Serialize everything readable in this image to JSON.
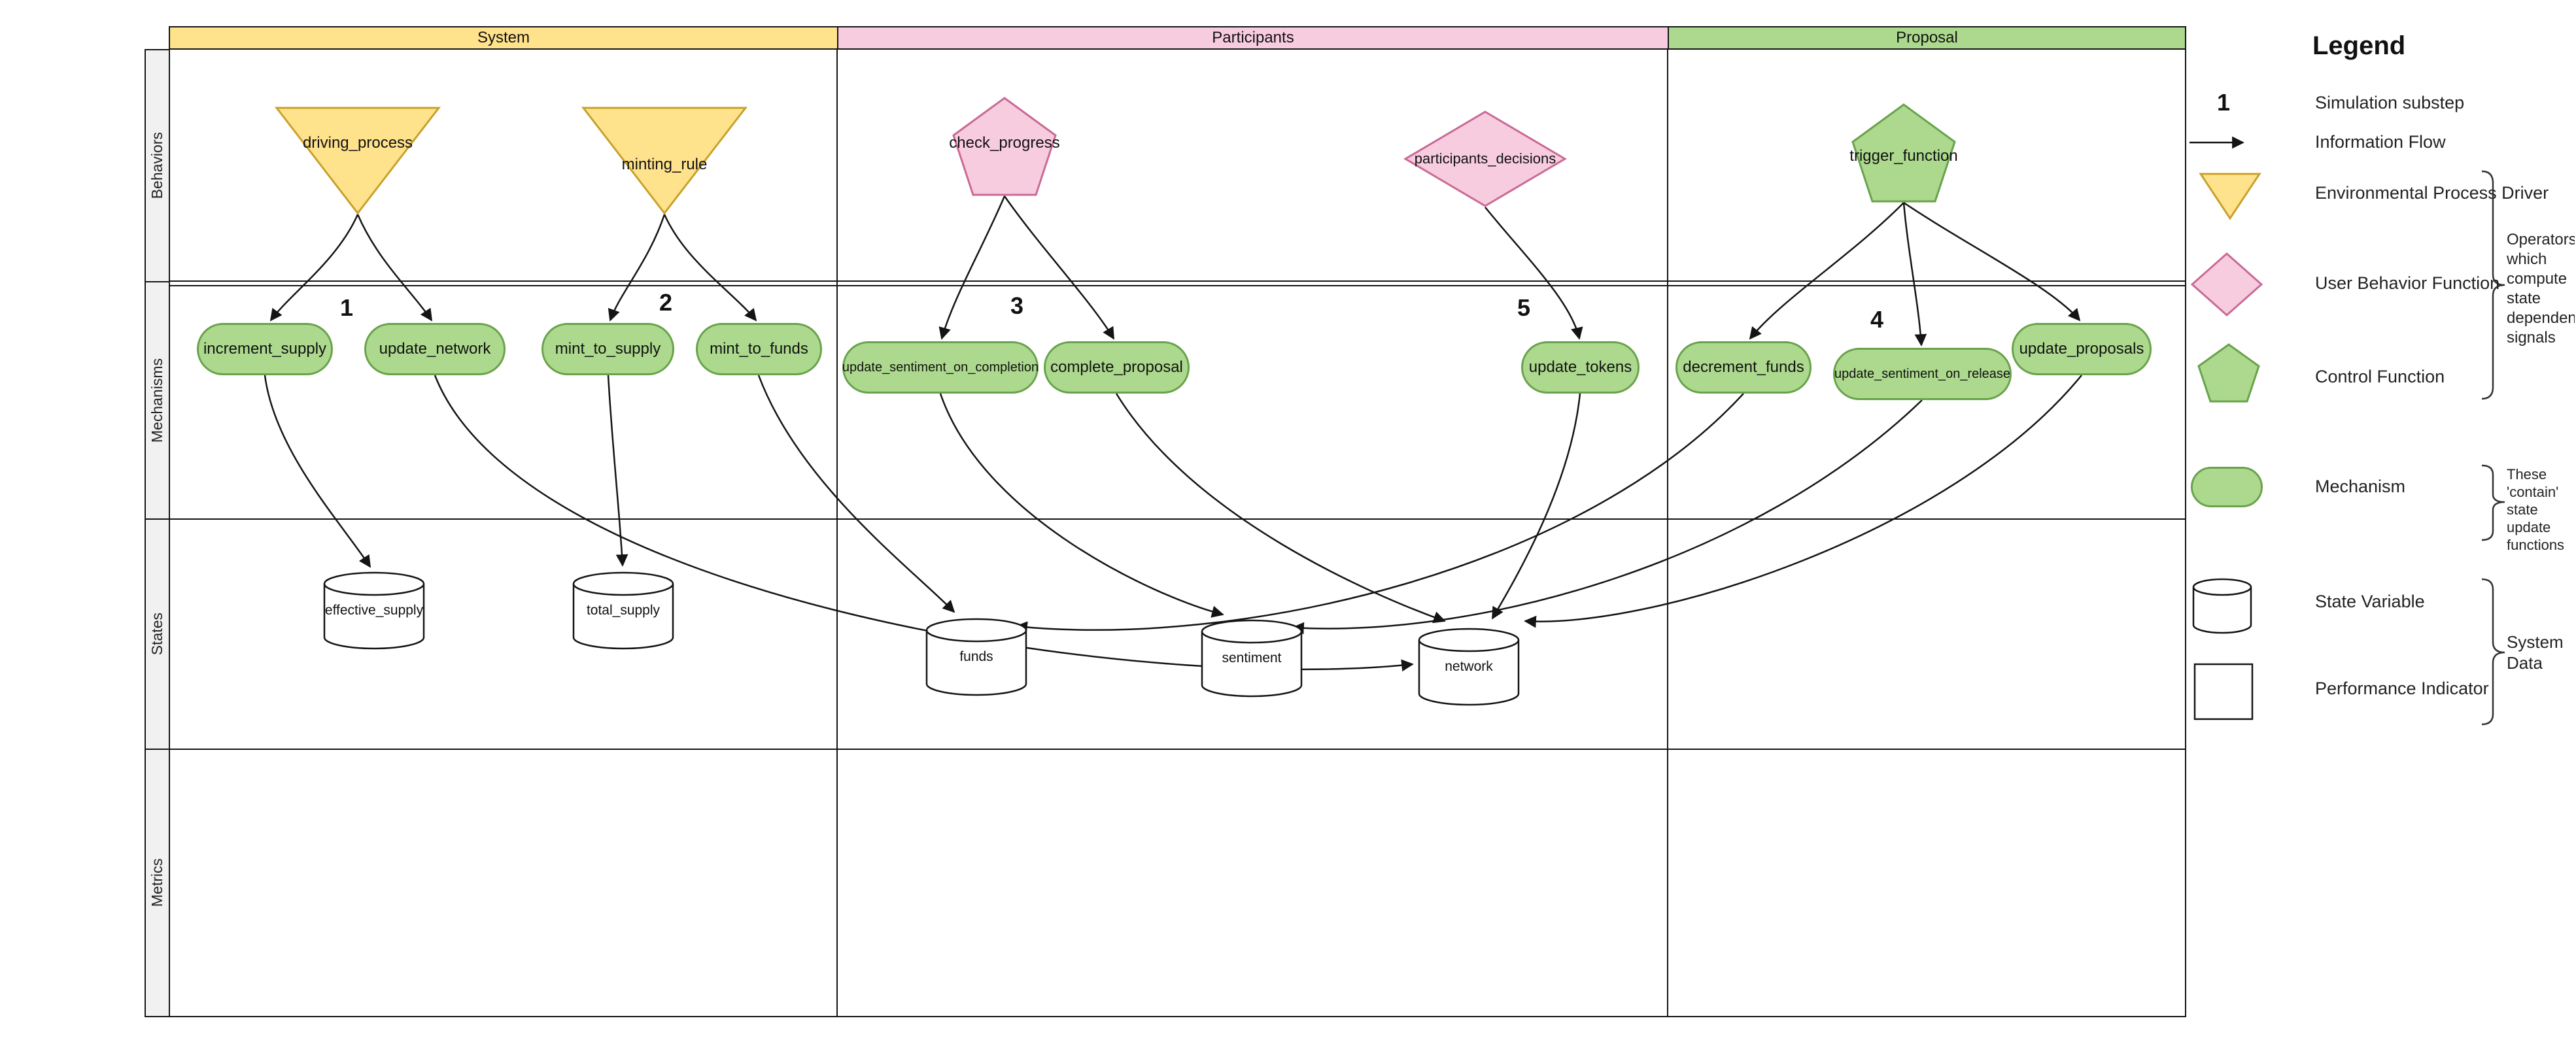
{
  "colors": {
    "system_header": "#FFE28C",
    "participants_header": "#F8CCDF",
    "proposal_header": "#ACD98D",
    "yellow_stroke": "#C8A22C",
    "pink_stroke": "#C96A96",
    "green_stroke": "#69A24C"
  },
  "columns": [
    {
      "label": "System"
    },
    {
      "label": "Participants"
    },
    {
      "label": "Proposal"
    }
  ],
  "rows": [
    {
      "label": "Behaviors"
    },
    {
      "label": "Mechanisms"
    },
    {
      "label": "States"
    },
    {
      "label": "Metrics"
    }
  ],
  "behaviors": [
    {
      "label": "driving_process"
    },
    {
      "label": "minting_rule"
    },
    {
      "label": "check_progress"
    },
    {
      "label": "participants_decisions"
    },
    {
      "label": "trigger_function"
    }
  ],
  "substeps": [
    {
      "n": "1"
    },
    {
      "n": "2"
    },
    {
      "n": "3"
    },
    {
      "n": "5"
    },
    {
      "n": "4"
    }
  ],
  "mechanisms": [
    {
      "label": "increment_supply"
    },
    {
      "label": "update_network"
    },
    {
      "label": "mint_to_supply"
    },
    {
      "label": "mint_to_funds"
    },
    {
      "label": "update_sentiment_on_completion"
    },
    {
      "label": "complete_proposal"
    },
    {
      "label": "update_tokens"
    },
    {
      "label": "decrement_funds"
    },
    {
      "label": "update_sentiment_on_release"
    },
    {
      "label": "update_proposals"
    }
  ],
  "states": [
    {
      "label": "effective_supply"
    },
    {
      "label": "total_supply"
    },
    {
      "label": "funds"
    },
    {
      "label": "sentiment"
    },
    {
      "label": "network"
    }
  ],
  "legend": {
    "title": "Legend",
    "substep_symbol": "1",
    "items": [
      {
        "label": "Simulation substep"
      },
      {
        "label": "Information Flow"
      },
      {
        "label": "Environmental Process Driver"
      },
      {
        "label": "User Behavior Function"
      },
      {
        "label": "Control Function"
      },
      {
        "label": "Mechanism"
      },
      {
        "label": "State Variable"
      },
      {
        "label": "Performance Indicator"
      }
    ],
    "annotations": {
      "operators": "Operators which compute state dependent signals",
      "mechanisms": "These 'contain' state update functions",
      "system_data": "System Data"
    }
  }
}
